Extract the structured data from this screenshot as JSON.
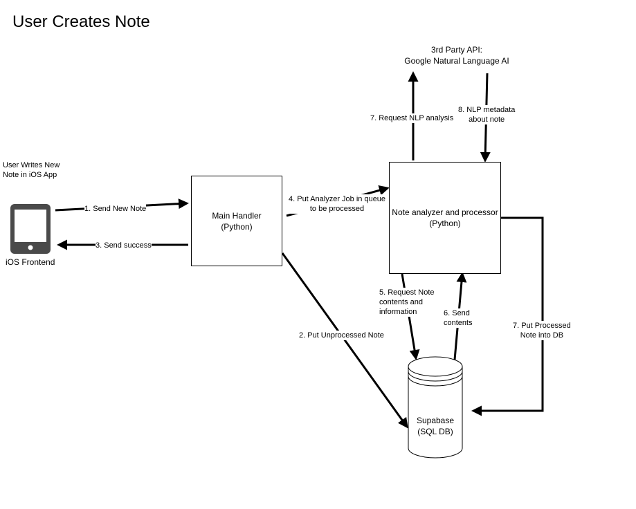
{
  "title": "User Creates Note",
  "actor": {
    "caption_line1": "User Writes New",
    "caption_line2": "Note in iOS App",
    "device_label": "iOS Frontend"
  },
  "nodes": {
    "main_handler": {
      "line1": "Main Handler",
      "line2": "(Python)"
    },
    "analyzer": {
      "line1": "Note analyzer and processor",
      "line2": "(Python)"
    },
    "database": {
      "line1": "Supabase",
      "line2": "(SQL DB)"
    },
    "api": {
      "line1": "3rd Party API:",
      "line2": "Google Natural Language AI"
    }
  },
  "edges": {
    "e1": "1. Send New Note",
    "e2": "2. Put Unprocessed Note",
    "e3": "3. Send success",
    "e4_line1": "4. Put Analyzer Job in queue",
    "e4_line2": "to be processed",
    "e5_line1": "5. Request Note",
    "e5_line2": "contents and",
    "e5_line3": "information",
    "e6_line1": "6. Send",
    "e6_line2": "contents",
    "e7_request": "7. Request NLP analysis",
    "e7_put_line1": "7. Put Processed",
    "e7_put_line2": "Note into DB",
    "e8_line1": "8. NLP metadata",
    "e8_line2": "about note"
  },
  "colors": {
    "stroke": "#000000",
    "device": "#4a4a4a",
    "background": "#ffffff"
  }
}
